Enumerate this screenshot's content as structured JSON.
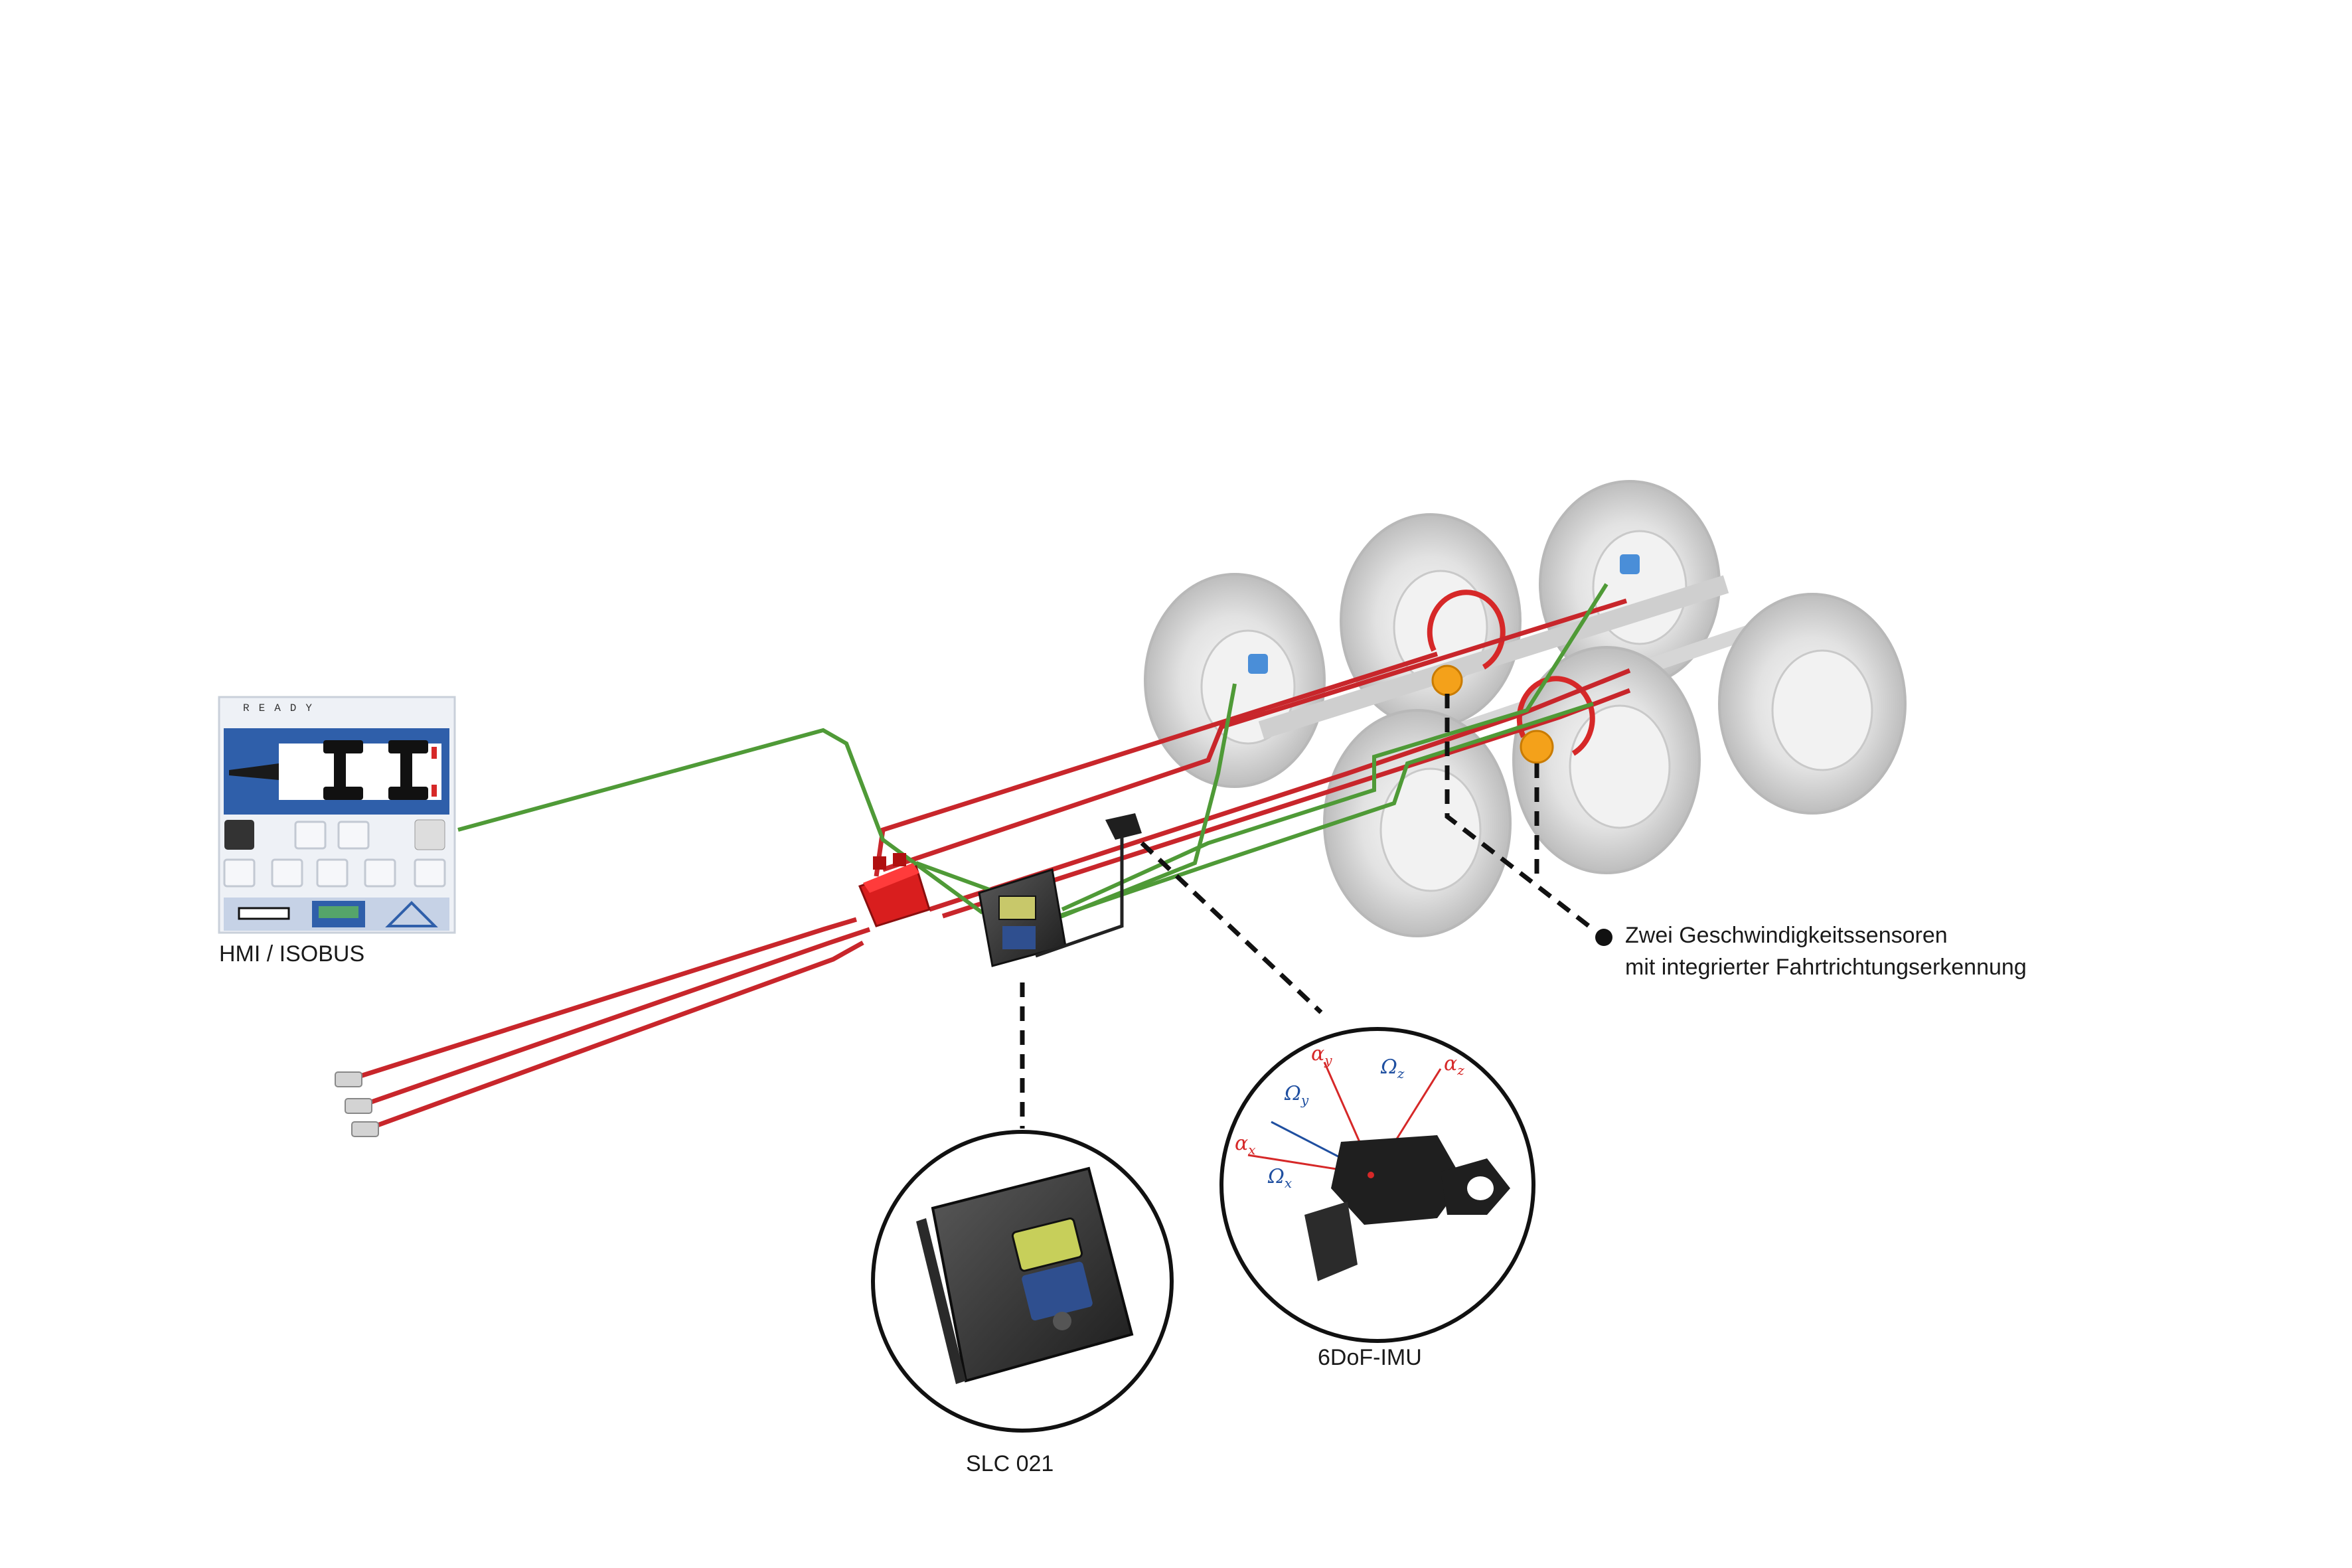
{
  "labels": {
    "hmi": "HMI / ISOBUS",
    "slc": "SLC 021",
    "imu": "6DoF-IMU",
    "sensor_line1": "Zwei Geschwindigkeitssensoren",
    "sensor_line2": "mit integrierter Fahrtrichtungserkennung"
  },
  "hmi_screen": {
    "status": "READY"
  },
  "imu_axes": {
    "alpha_y": "α",
    "alpha_z": "α",
    "alpha_x": "α",
    "omega_y": "Ω",
    "omega_z": "Ω",
    "omega_x": "Ω",
    "sub_x": "x",
    "sub_y": "y",
    "sub_z": "z"
  },
  "colors": {
    "hydraulic_line": "#c8262b",
    "can_bus_line": "#4f9a37",
    "signal_line": "#222222",
    "sensor_accent": "#f4a11a",
    "hmi_blue": "#2f5faa"
  },
  "icons": [
    "hmi-terminal-icon",
    "hydraulic-valve-icon",
    "controller-ecu-icon",
    "imu-sensor-icon",
    "speed-sensor-icon",
    "coupling-icon",
    "wheel-icon"
  ]
}
